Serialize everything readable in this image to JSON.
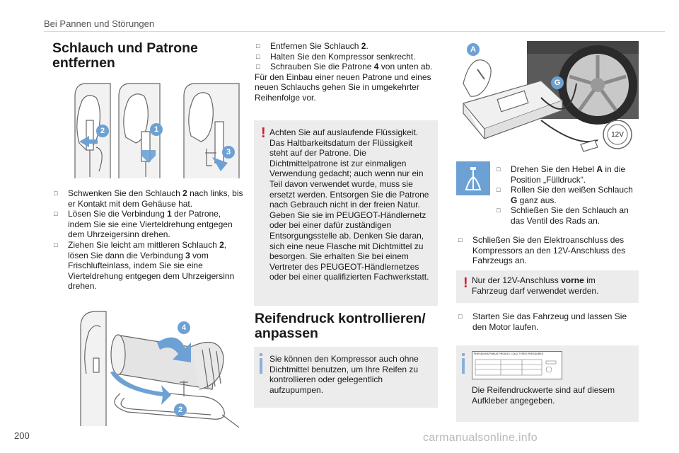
{
  "header": {
    "section": "Bei Pannen und Störungen"
  },
  "page_number": "200",
  "watermark": "carmanualsonline.info",
  "col1": {
    "title_line1": "Schlauch und Patrone",
    "title_line2": "entfernen",
    "figure1_badges": [
      "2",
      "1",
      "3"
    ],
    "steps": [
      {
        "parts": [
          "Schwenken Sie den Schlauch ",
          "2",
          " nach links, bis er Kontakt mit dem Gehäuse hat."
        ]
      },
      {
        "parts": [
          "Lösen Sie die Verbindung ",
          "1",
          " der Patrone, indem Sie sie eine Vierteldrehung entgegen dem Uhrzeigersinn drehen."
        ]
      },
      {
        "parts": [
          "Ziehen Sie leicht am mittleren Schlauch ",
          "2",
          ", lösen Sie dann die Verbindung ",
          "3",
          " vom Frischlufteinlass, indem Sie sie eine Vierteldrehung entgegen dem Uhrzeigersinn drehen."
        ]
      }
    ],
    "figure2_badges": [
      "4",
      "2"
    ]
  },
  "col2": {
    "steps": [
      {
        "parts": [
          "Entfernen Sie Schlauch ",
          "2",
          "."
        ]
      },
      {
        "parts": [
          "Halten Sie den Kompressor senkrecht."
        ]
      },
      {
        "parts": [
          "Schrauben Sie die Patrone ",
          "4",
          " von unten ab."
        ]
      }
    ],
    "paragraph": "Für den Einbau einer neuen Patrone und eines neuen Schlauchs gehen Sie in umgekehrter Reihenfolge vor.",
    "warning": "Achten Sie auf auslaufende Flüssigkeit. Das Haltbarkeitsdatum der Flüssigkeit steht auf der Patrone. Die Dichtmittelpatrone ist zur einmaligen Verwendung gedacht; auch wenn nur ein Teil davon verwendet wurde, muss sie ersetzt werden. Entsorgen Sie die Patrone nach Gebrauch nicht in der freien Natur. Geben Sie sie im PEUGEOT-Händlernetz oder bei einer dafür zuständigen Entsorgungsstelle ab. Denken Sie daran, sich eine neue Flasche mit Dichtmittel zu besorgen. Sie erhalten Sie bei einem Vertreter des PEUGEOT-Händlernetzes oder bei einer qualifizierten Fachwerkstatt.",
    "title_line1": "Reifendruck kontrollieren/",
    "title_line2": "anpassen",
    "info": "Sie können den Kompressor auch ohne Dichtmittel benutzen, um Ihre Reifen zu kontrollieren oder gelegentlich aufzupumpen."
  },
  "col3": {
    "figure_badges": [
      "A",
      "G"
    ],
    "socket_label": "12V",
    "lever_steps": [
      {
        "parts": [
          "Drehen Sie den Hebel ",
          "A",
          " in die Position „Fülldruck“."
        ]
      },
      {
        "parts": [
          "Rollen Sie den weißen Schlauch ",
          "G",
          " ganz aus."
        ]
      },
      {
        "parts": [
          "Schließen Sie den Schlauch an das Ventil des Rads an."
        ]
      }
    ],
    "connect_step": "Schließen Sie den Elektroanschluss des Kompressors an den 12V-Anschluss des Fahrzeugs an.",
    "warning_parts": [
      "Nur der 12V-Anschluss ",
      "vorne",
      " im Fahrzeug darf verwendet werden."
    ],
    "start_step": "Starten Sie das Fahrzeug und lassen Sie den Motor laufen.",
    "sticker_title": "PRESSIONS PNEUS PROIDS / COLD TYRES PRESSURES",
    "info": "Die Reifendruckwerte sind auf diesem Aufkleber angegeben."
  },
  "colors": {
    "badge": "#6da1d4",
    "warning": "#d21c2a",
    "info": "#8ab0d8",
    "box": "#ececec"
  }
}
